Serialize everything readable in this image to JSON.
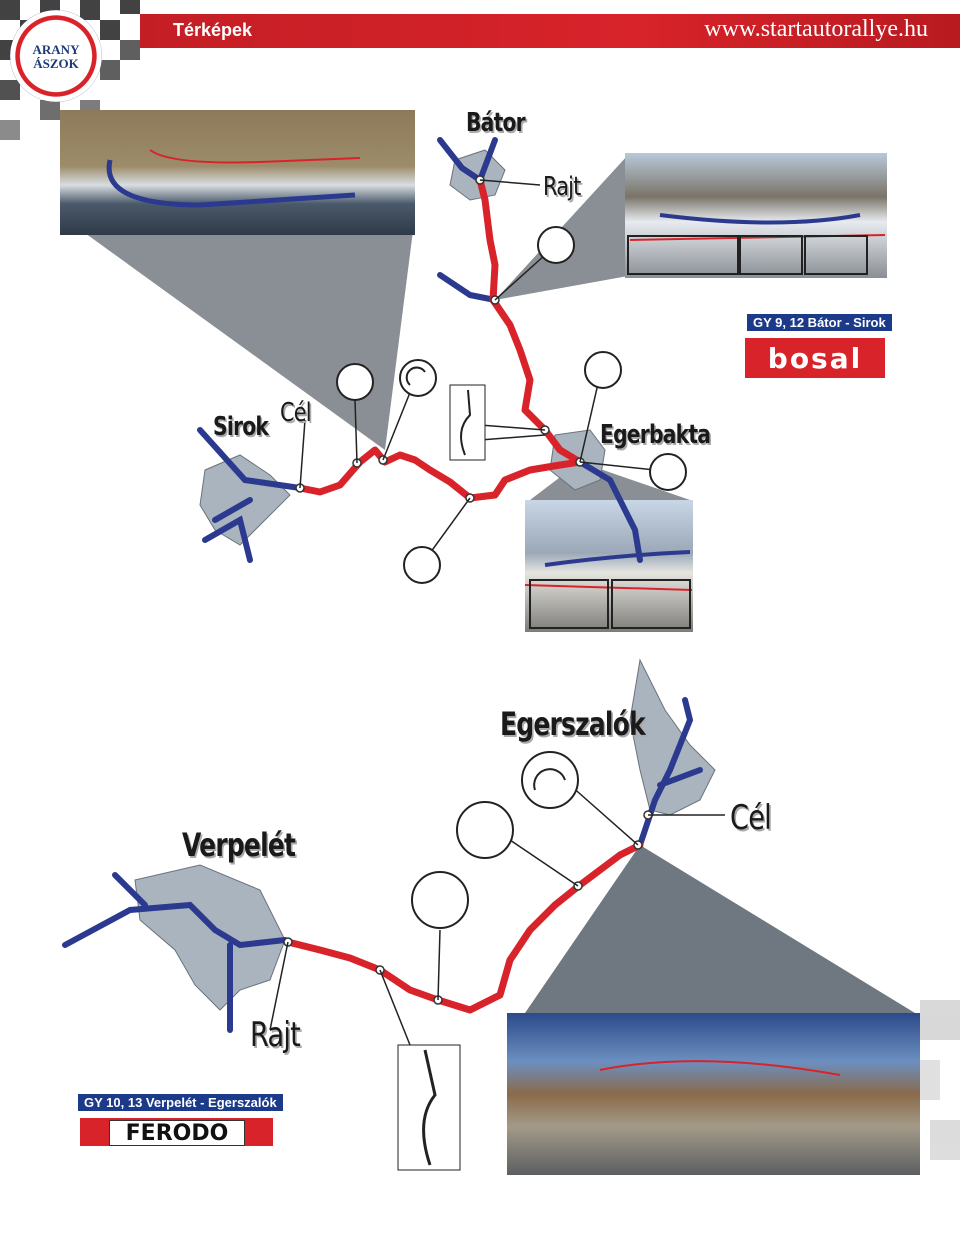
{
  "header": {
    "title": "Térképek",
    "url": "www.startautorallye.hu"
  },
  "logo": {
    "line1": "ARANY",
    "line2": "ÁSZOK"
  },
  "map_top": {
    "labels": {
      "bator": "Bátor",
      "rajt": "Rajt",
      "sirok": "Sirok",
      "cel": "Cél",
      "egerbakta": "Egerbakta"
    },
    "caption": "GY 9, 12  Bátor - Sirok",
    "sponsor": "bosal"
  },
  "map_bottom": {
    "labels": {
      "egerszalok": "Egerszalók",
      "verpelet": "Verpelét",
      "cel": "Cél",
      "rajt": "Rajt"
    },
    "caption": "GY 10, 13 Verpelét - Egerszalók",
    "sponsor": "FERODO"
  },
  "colors": {
    "stage_route": "#d8232a",
    "road": "#2b3a8f",
    "town": "#a9b4bf",
    "zoom_fan": "#8a8f95",
    "header": "#c41e25"
  }
}
